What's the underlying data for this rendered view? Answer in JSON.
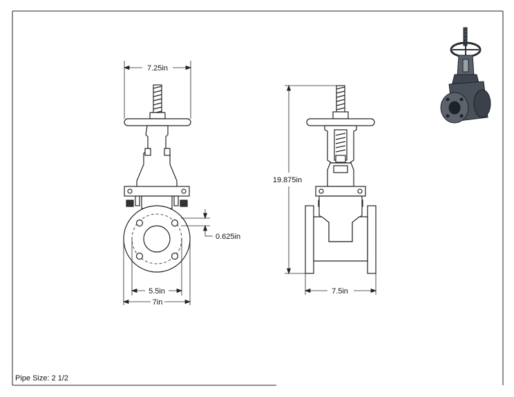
{
  "dimensions": {
    "top_width": "7.25in",
    "overall_height": "19.875in",
    "bolt_hole_dia": "0.625in",
    "bolt_circle": "5.5in",
    "flange_dia": "7in",
    "face_to_face": "7.5in"
  },
  "footer": {
    "pipe_size": "Pipe Size: 2 1/2"
  },
  "colors": {
    "line": "#222222",
    "body_fill": "#ffffff",
    "iso_dark": "#3a3f48",
    "iso_mid": "#6b7280"
  },
  "icons": {
    "front_view": "valve-front-view-drawing",
    "side_view": "valve-side-view-drawing",
    "iso_view": "valve-isometric-render"
  }
}
